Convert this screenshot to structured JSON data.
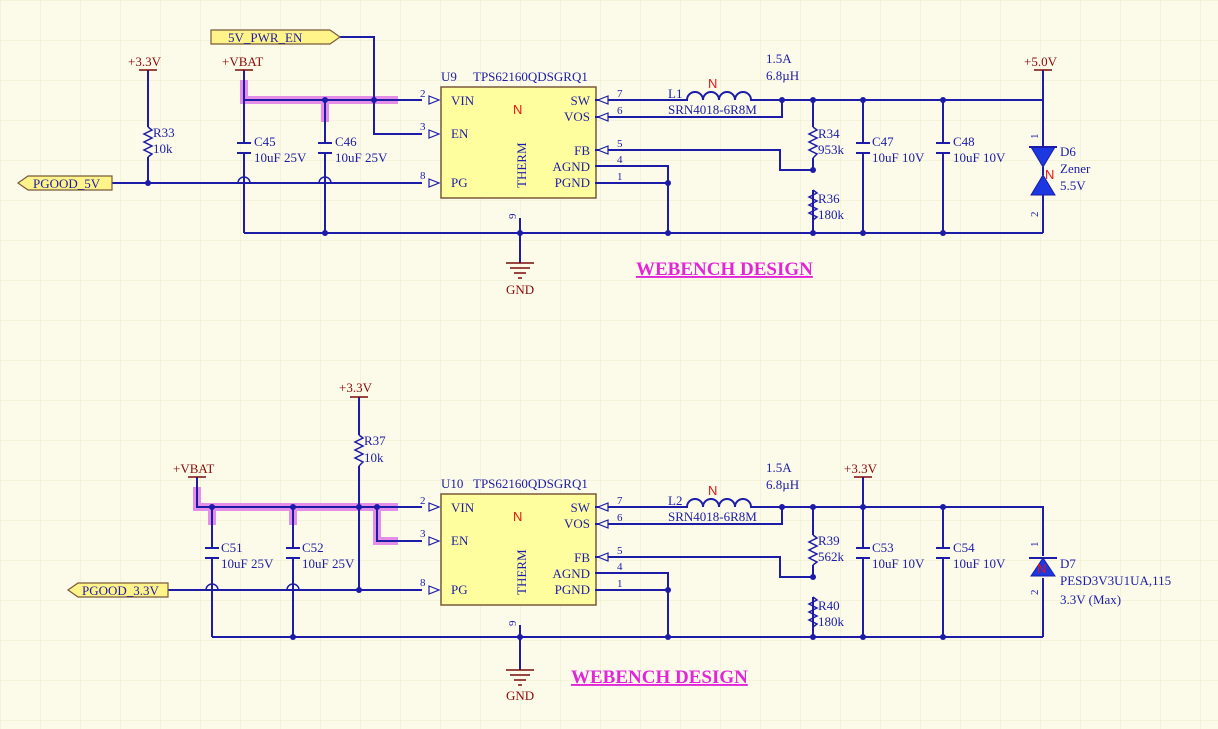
{
  "annotation": {
    "webench": "WEBENCH DESIGN",
    "n_marker": "N"
  },
  "nets": {
    "plus_3v3": "+3.3V",
    "plus_vbat": "+VBAT",
    "plus_5v0": "+5.0V",
    "gnd": "GND",
    "port_5v_pwr_en": "5V_PWR_EN",
    "port_pgood_5v": "PGOOD_5V",
    "port_pgood_3v3": "PGOOD_3.3V"
  },
  "top": {
    "ic": {
      "ref": "U9",
      "part": "TPS62160QDSGRQ1",
      "pins_left": [
        "VIN",
        "EN",
        "PG"
      ],
      "pins_right": [
        "SW",
        "VOS",
        "FB",
        "AGND",
        "PGND"
      ],
      "therm": "THERM"
    },
    "pin_numbers": {
      "vin": "2",
      "en": "3",
      "pg": "8",
      "sw": "7",
      "vos": "6",
      "fb": "5",
      "agnd": "4",
      "pgnd": "1",
      "therm": "9"
    },
    "inductor": {
      "ref": "L1",
      "part": "SRN4018-6R8M",
      "current": "1.5A",
      "value": "6.8µH"
    },
    "r33": {
      "ref": "R33",
      "value": "10k"
    },
    "c45": {
      "ref": "C45",
      "value": "10uF 25V"
    },
    "c46": {
      "ref": "C46",
      "value": "10uF 25V"
    },
    "r34": {
      "ref": "R34",
      "value": "953k"
    },
    "r36": {
      "ref": "R36",
      "value": "180k"
    },
    "c47": {
      "ref": "C47",
      "value": "10uF 10V"
    },
    "c48": {
      "ref": "C48",
      "value": "10uF 10V"
    },
    "diode": {
      "ref": "D6",
      "type": "Zener",
      "value": "5.5V",
      "pin1": "1",
      "pin2": "2"
    }
  },
  "bottom": {
    "ic": {
      "ref": "U10",
      "part": "TPS62160QDSGRQ1",
      "pins_left": [
        "VIN",
        "EN",
        "PG"
      ],
      "pins_right": [
        "SW",
        "VOS",
        "FB",
        "AGND",
        "PGND"
      ],
      "therm": "THERM"
    },
    "pin_numbers": {
      "vin": "2",
      "en": "3",
      "pg": "8",
      "sw": "7",
      "vos": "6",
      "fb": "5",
      "agnd": "4",
      "pgnd": "1",
      "therm": "9"
    },
    "inductor": {
      "ref": "L2",
      "part": "SRN4018-6R8M",
      "current": "1.5A",
      "value": "6.8µH"
    },
    "r37": {
      "ref": "R37",
      "value": "10k"
    },
    "c51": {
      "ref": "C51",
      "value": "10uF 25V"
    },
    "c52": {
      "ref": "C52",
      "value": "10uF 25V"
    },
    "r39": {
      "ref": "R39",
      "value": "562k"
    },
    "r40": {
      "ref": "R40",
      "value": "180k"
    },
    "c53": {
      "ref": "C53",
      "value": "10uF 10V"
    },
    "c54": {
      "ref": "C54",
      "value": "10uF 10V"
    },
    "diode": {
      "ref": "D7",
      "part": "PESD3V3U1UA,115",
      "value": "3.3V (Max)",
      "pin1": "1",
      "pin2": "2"
    }
  }
}
